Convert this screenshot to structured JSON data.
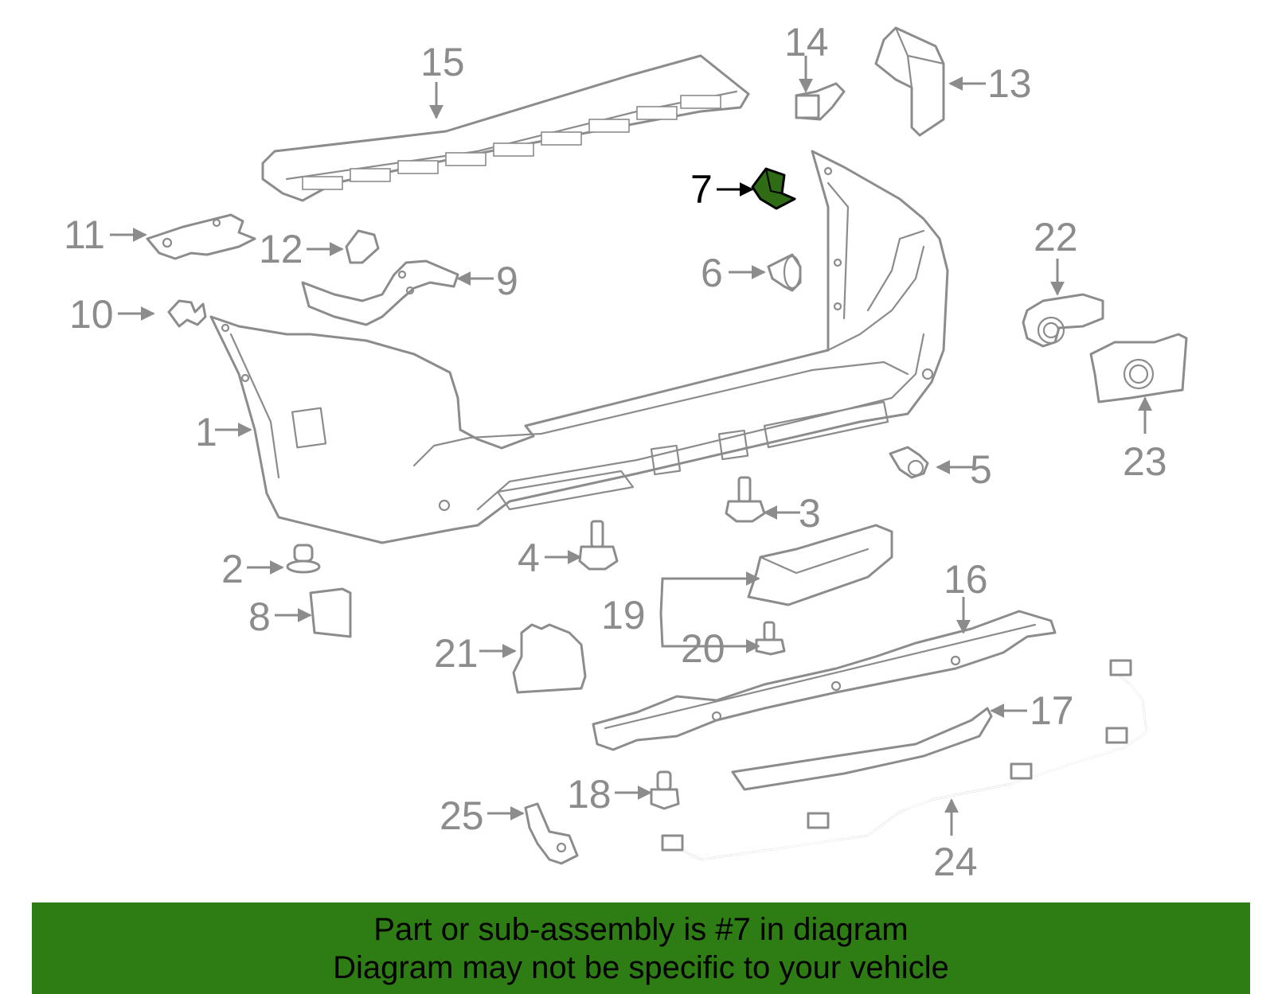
{
  "labels": {
    "p1": "1",
    "p2": "2",
    "p3": "3",
    "p4": "4",
    "p5": "5",
    "p6": "6",
    "p7": "7",
    "p8": "8",
    "p9": "9",
    "p10": "10",
    "p11": "11",
    "p12": "12",
    "p13": "13",
    "p14": "14",
    "p15": "15",
    "p16": "16",
    "p17": "17",
    "p18": "18",
    "p19": "19",
    "p20": "20",
    "p21": "21",
    "p22": "22",
    "p23": "23",
    "p24": "24",
    "p25": "25"
  },
  "highlighted_part": "7",
  "colors": {
    "line": "#8c8c8c",
    "highlight_fill": "#2e6b14",
    "banner": "#2e7d14"
  },
  "banner": {
    "line1": "Part or sub-assembly is #7 in diagram",
    "line2": "Diagram may not be specific to your vehicle"
  }
}
